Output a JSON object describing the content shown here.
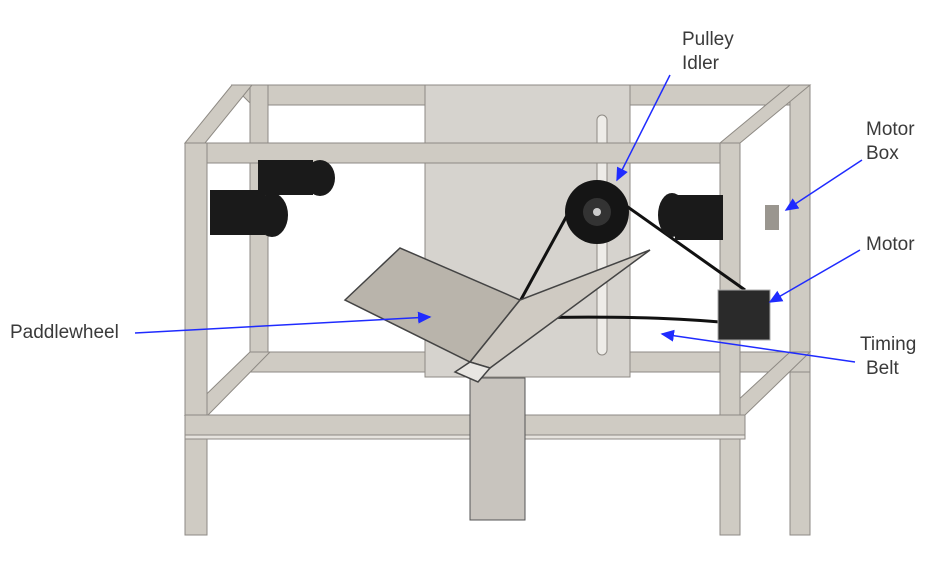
{
  "labels": {
    "pulley_idler": [
      "Pulley",
      "Idler"
    ],
    "motor_box": [
      "Motor",
      "Box"
    ],
    "motor": "Motor",
    "timing_belt": [
      "Timing",
      "Belt"
    ],
    "paddlewheel": "Paddlewheel"
  },
  "colors": {
    "arrow": "#1f2bff",
    "frame": "#cfcbc3",
    "frame_edge": "#8e8a84",
    "plate": "#d6d3ce",
    "black_parts": "#1a1a1a"
  }
}
